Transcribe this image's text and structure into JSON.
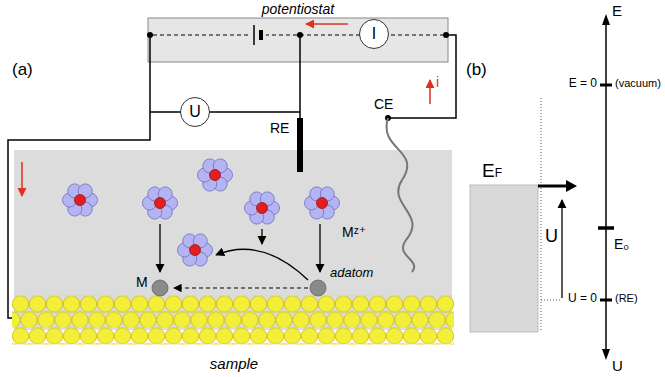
{
  "diagram": {
    "nodes": [
      {
        "text": [
          "potentiostat"
        ]
      },
      {
        "text": [
          "I"
        ],
        "in": 0
      },
      {
        "text": [
          "U"
        ]
      },
      {
        "text": [
          "sample"
        ]
      }
    ],
    "edges": [
      {
        "from": 0,
        "to": 3,
        "arrow": "none"
      }
    ],
    "labels": [
      "(a)",
      "(b)",
      "RE",
      "CE",
      "i",
      "Mᶻ⁺",
      "M",
      "adatom",
      "EF",
      "E",
      "E = 0",
      "(vacuum)",
      "E₀",
      "U = 0",
      "(RE)",
      "U",
      "U"
    ]
  }
}
